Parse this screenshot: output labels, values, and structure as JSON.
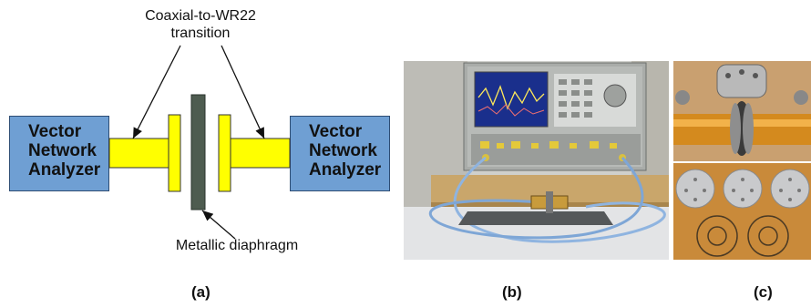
{
  "diagram": {
    "left_vna": [
      "Vector",
      "Network",
      "Analyzer"
    ],
    "right_vna": [
      "Vector",
      "Network",
      "Analyzer"
    ],
    "transition_label": [
      "Coaxial-to-WR22",
      "transition"
    ],
    "diaphragm_label": "Metallic diaphragm"
  },
  "captions": {
    "a": "(a)",
    "b": "(b)",
    "c": "(c)"
  },
  "colors": {
    "vna_fill": "#6f9fd3",
    "waveguide_fill": "#ffff00",
    "diaphragm_fill": "#4e5c50"
  }
}
